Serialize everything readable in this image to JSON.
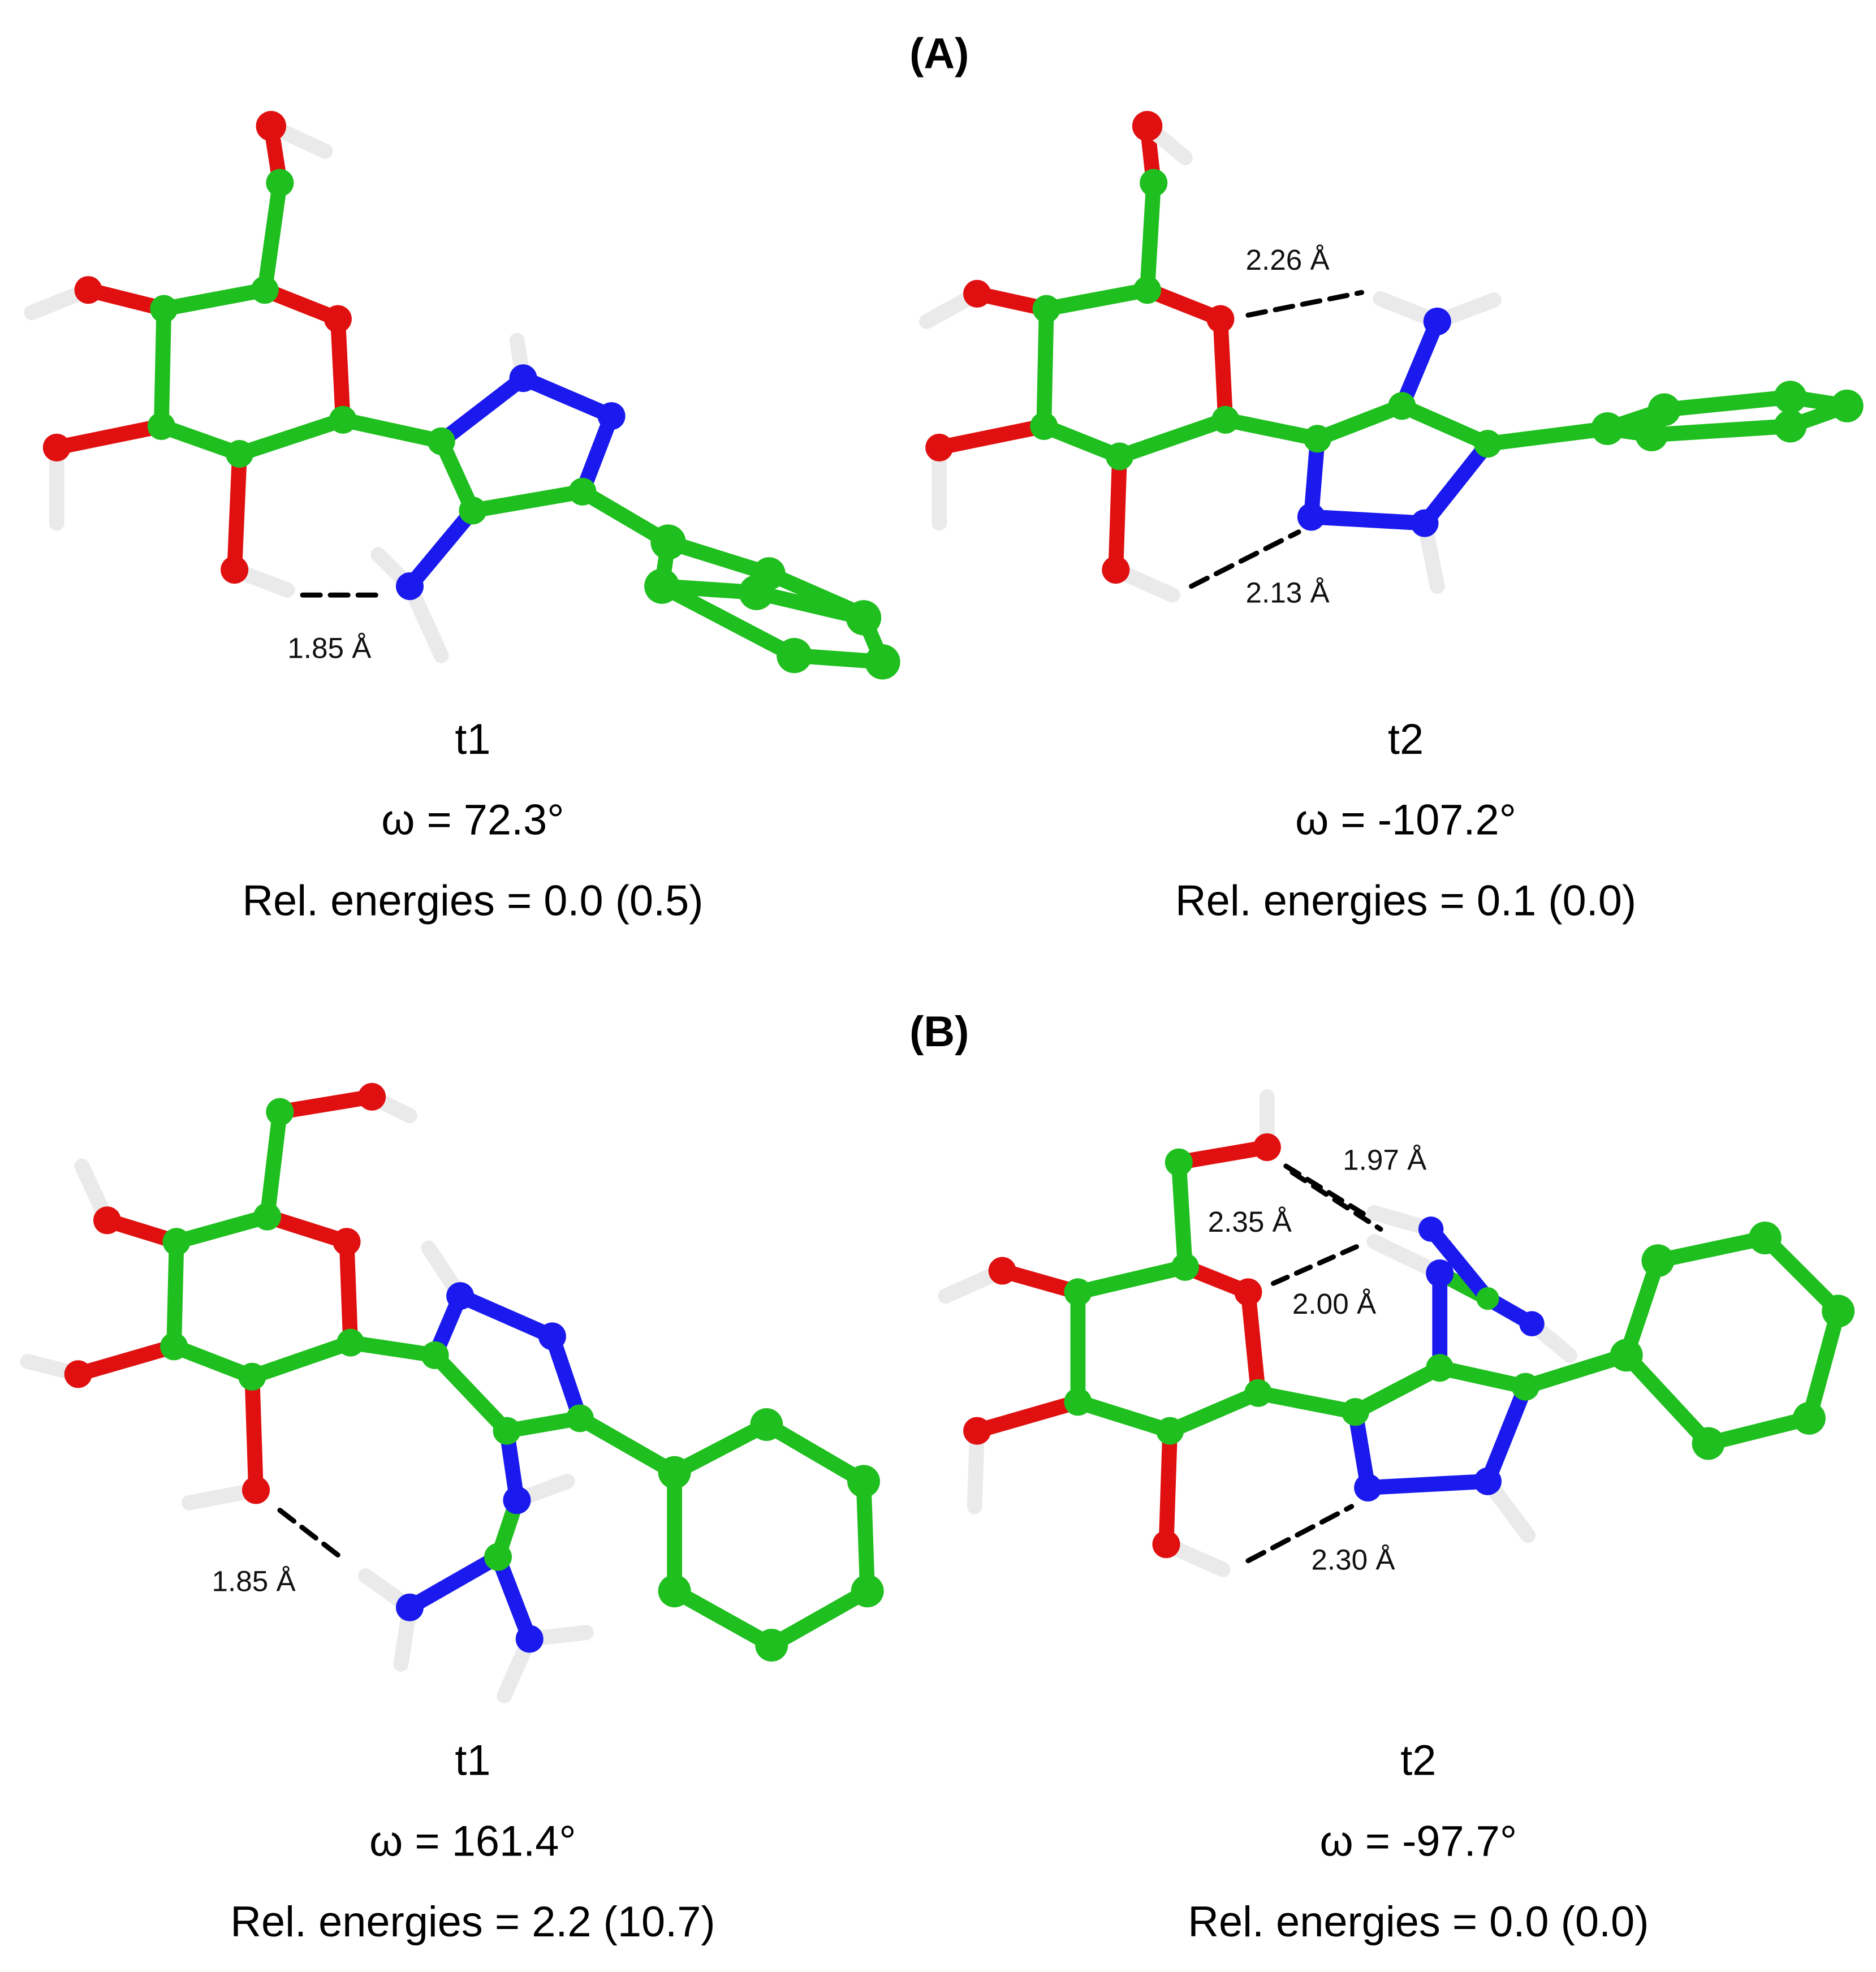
{
  "figure": {
    "panels": [
      {
        "label": "(A)",
        "conformers": [
          {
            "name": "t1",
            "omega": "ω = 72.3°",
            "rel_energies": "Rel. energies = 0.0 (0.5)",
            "hbond_distances": [
              "1.85 Å"
            ]
          },
          {
            "name": "t2",
            "omega": "ω = -107.2°",
            "rel_energies": "Rel. energies = 0.1 (0.0)",
            "hbond_distances": [
              "2.26 Å",
              "2.13 Å"
            ]
          }
        ]
      },
      {
        "label": "(B)",
        "conformers": [
          {
            "name": "t1",
            "omega": "ω = 161.4°",
            "rel_energies": "Rel. energies = 2.2 (10.7)",
            "hbond_distances": [
              "1.85 Å"
            ]
          },
          {
            "name": "t2",
            "omega": "ω = -97.7°",
            "rel_energies": "Rel. energies = 0.0 (0.0)",
            "hbond_distances": [
              "1.97 Å",
              "2.35 Å",
              "2.00 Å",
              "2.30 Å"
            ]
          }
        ]
      }
    ],
    "atom_colors": {
      "carbon": "#1fbf1f",
      "oxygen": "#e01010",
      "nitrogen": "#1a1aee",
      "hydrogen": "#f2f2f2",
      "hbond": "#000000"
    }
  }
}
